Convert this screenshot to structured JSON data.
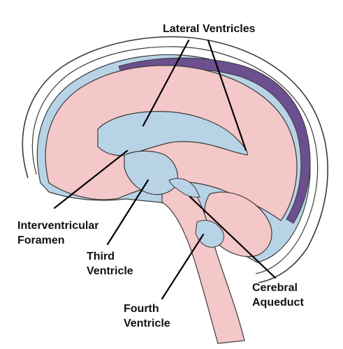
{
  "colors": {
    "skull_outline": "#3a3a3a",
    "scalp": "#ffffff",
    "meninges": "#b9d3e6",
    "sinus": "#6b4f8f",
    "brain_tissue": "#f4c7c8",
    "ventricle": "#b9d3e6",
    "leader_line": "#000000"
  },
  "labels": {
    "lateral_ventricles": "Lateral Ventricles",
    "interventricular_foramen": [
      "Interventricular",
      "Foramen"
    ],
    "third_ventricle": [
      "Third",
      "Ventricle"
    ],
    "fourth_ventricle": [
      "Fourth",
      "Ventricle"
    ],
    "cerebral_aqueduct": [
      "Cerebral",
      "Aqueduct"
    ]
  }
}
